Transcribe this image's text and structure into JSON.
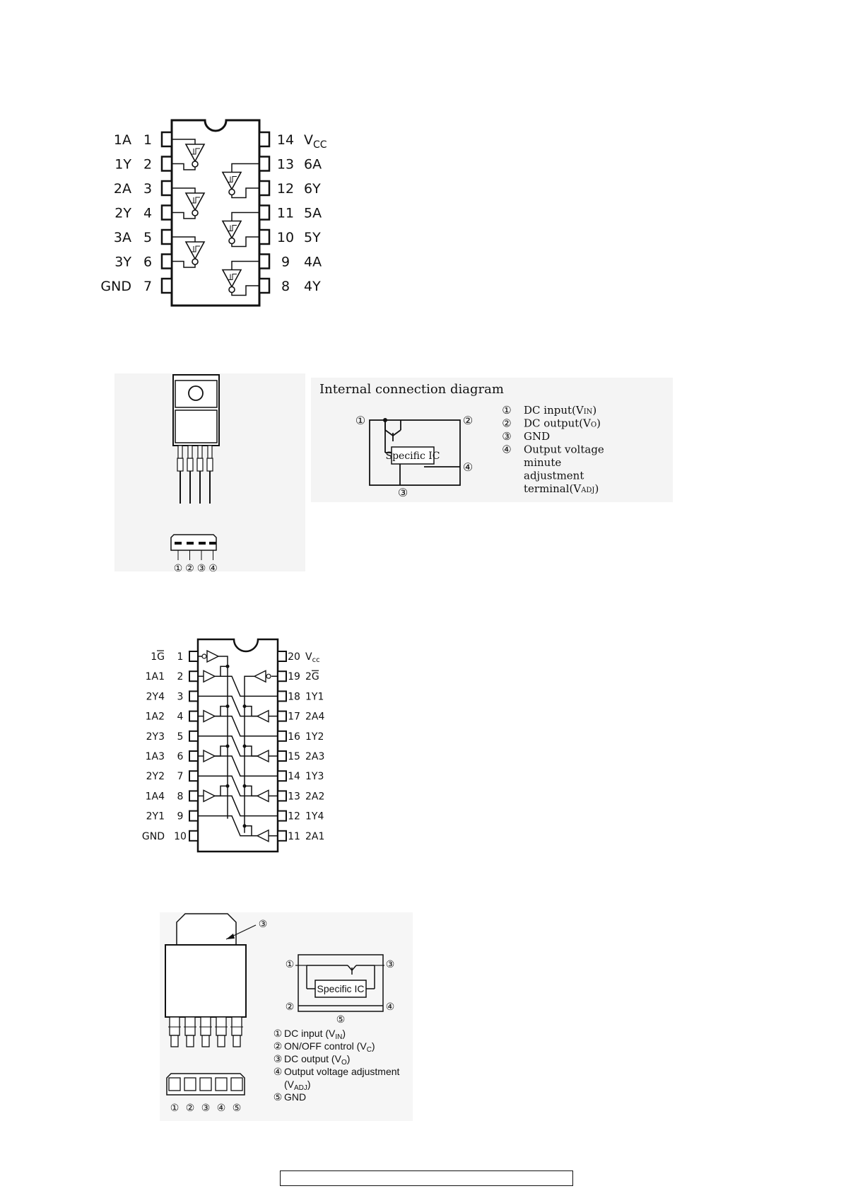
{
  "ic1": {
    "left_pins": [
      {
        "name": "1A",
        "num": "1"
      },
      {
        "name": "1Y",
        "num": "2"
      },
      {
        "name": "2A",
        "num": "3"
      },
      {
        "name": "2Y",
        "num": "4"
      },
      {
        "name": "3A",
        "num": "5"
      },
      {
        "name": "3Y",
        "num": "6"
      },
      {
        "name": "GND",
        "num": "7"
      }
    ],
    "right_pins": [
      {
        "num": "14",
        "name": "V",
        "sub": "CC"
      },
      {
        "num": "13",
        "name": "6A"
      },
      {
        "num": "12",
        "name": "6Y"
      },
      {
        "num": "11",
        "name": "5A"
      },
      {
        "num": "10",
        "name": "5Y"
      },
      {
        "num": "9",
        "name": "4A"
      },
      {
        "num": "8",
        "name": "4Y"
      }
    ]
  },
  "regulator1": {
    "diagram_title": "Internal connection diagram",
    "ic_label": "Specific IC",
    "terminal_marks": [
      "①",
      "②",
      "③",
      "④"
    ],
    "legend": [
      {
        "mark": "①",
        "text": "DC input",
        "sym": "(V",
        "sub": "IN",
        "close": ")"
      },
      {
        "mark": "②",
        "text": "DC output",
        "sym": "(V",
        "sub": "O",
        "close": ")"
      },
      {
        "mark": "③",
        "text": "GND"
      },
      {
        "mark": "④",
        "text": "Output voltage"
      },
      {
        "mark": "",
        "text": "minute"
      },
      {
        "mark": "",
        "text": "adjustment"
      },
      {
        "mark": "",
        "text": "terminal",
        "sym": "(V",
        "sub": "ADJ",
        "close": ")"
      }
    ]
  },
  "ic2": {
    "left_pins": [
      {
        "name": "1G",
        "num": "1",
        "overbar": "G"
      },
      {
        "name": "1A1",
        "num": "2"
      },
      {
        "name": "2Y4",
        "num": "3"
      },
      {
        "name": "1A2",
        "num": "4"
      },
      {
        "name": "2Y3",
        "num": "5"
      },
      {
        "name": "1A3",
        "num": "6"
      },
      {
        "name": "2Y2",
        "num": "7"
      },
      {
        "name": "1A4",
        "num": "8"
      },
      {
        "name": "2Y1",
        "num": "9"
      },
      {
        "name": "GND",
        "num": "10"
      }
    ],
    "right_pins": [
      {
        "num": "20",
        "name": "V",
        "sub": "cc"
      },
      {
        "num": "19",
        "name": "2G",
        "overbar": "G"
      },
      {
        "num": "18",
        "name": "1Y1"
      },
      {
        "num": "17",
        "name": "2A4"
      },
      {
        "num": "16",
        "name": "1Y2"
      },
      {
        "num": "15",
        "name": "2A3"
      },
      {
        "num": "14",
        "name": "1Y3"
      },
      {
        "num": "13",
        "name": "2A2"
      },
      {
        "num": "12",
        "name": "1Y4"
      },
      {
        "num": "11",
        "name": "2A1"
      }
    ]
  },
  "regulator2": {
    "ic_label": "Specific IC",
    "tab_mark": "③",
    "terminal_marks": [
      "①",
      "②",
      "③",
      "④",
      "⑤"
    ],
    "legend": [
      {
        "mark": "①",
        "text": "DC input (V",
        "sub": "IN",
        "close": ")"
      },
      {
        "mark": "②",
        "text": "ON/OFF control (V",
        "sub": "C",
        "close": ")"
      },
      {
        "mark": "③",
        "text": "DC output (V",
        "sub": "O",
        "close": ")"
      },
      {
        "mark": "④",
        "text": "Output voltage adjustment"
      },
      {
        "mark": "",
        "text": "(V",
        "sub": "ADJ",
        "close": ")"
      },
      {
        "mark": "⑤",
        "text": "GND"
      }
    ]
  }
}
